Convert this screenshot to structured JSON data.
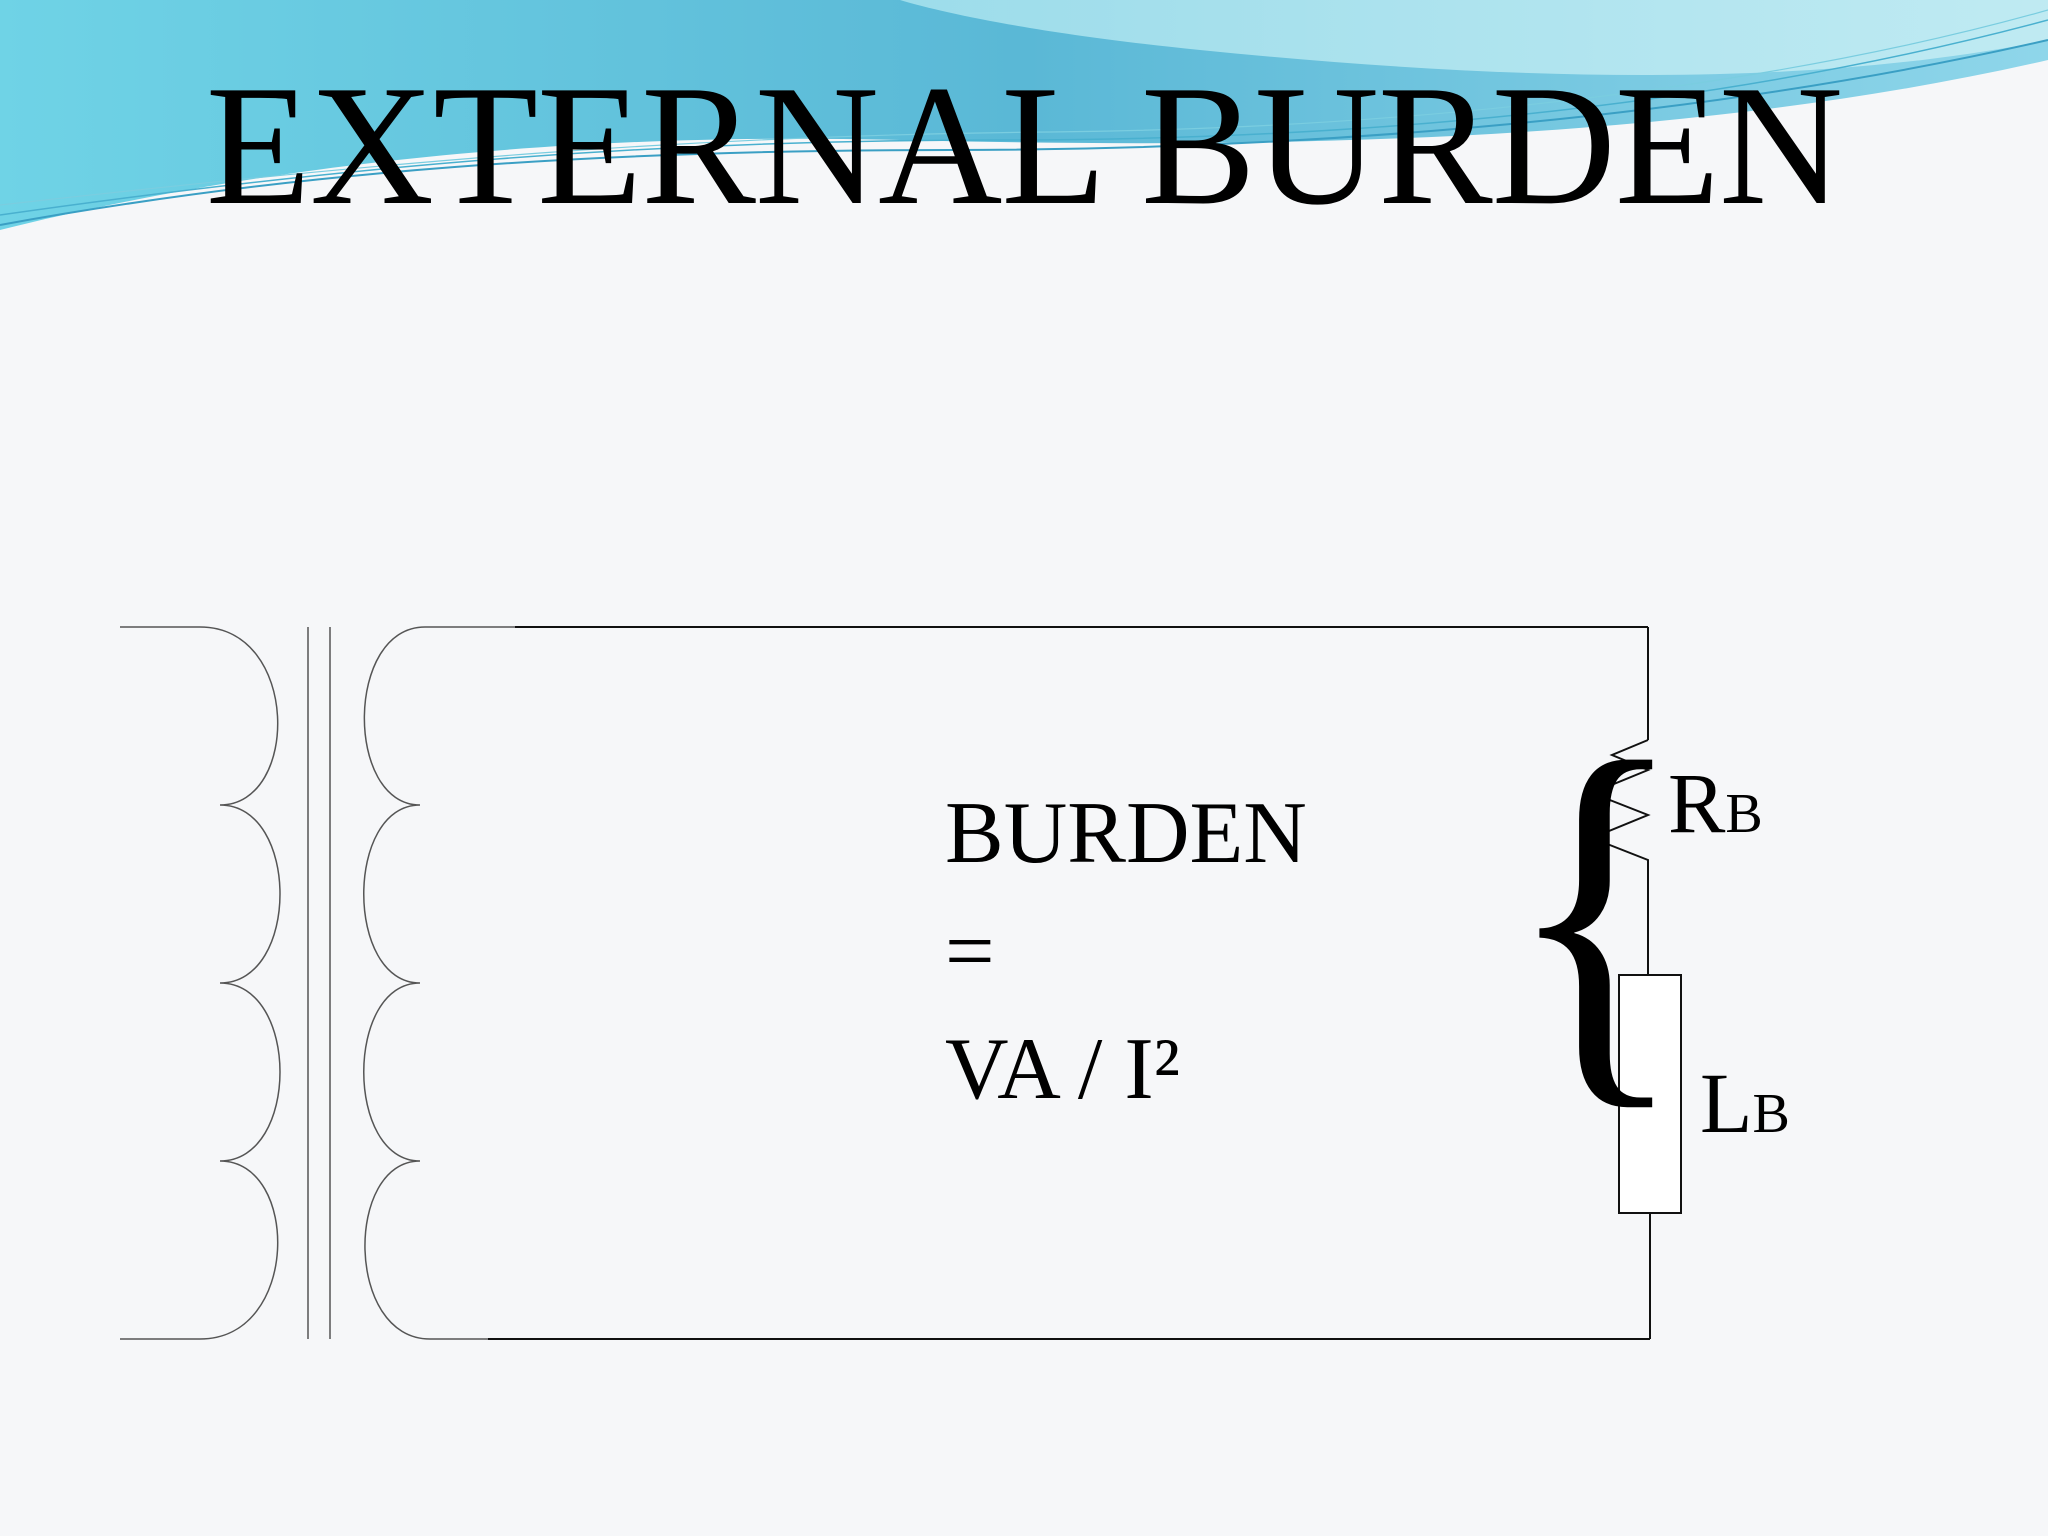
{
  "title": "EXTERNAL BURDEN",
  "formula": {
    "line1": "BURDEN",
    "line2": "=",
    "line3": "VA / I²"
  },
  "components": {
    "resistor": {
      "symbol": "R",
      "subscript": "B"
    },
    "inductor": {
      "symbol": "L",
      "subscript": "B"
    }
  },
  "brace": "{",
  "colors": {
    "background": "#f6f7f9",
    "wave_dark": "#5ab8d6",
    "wave_light": "#a9e3ee",
    "ink": "#000000"
  }
}
